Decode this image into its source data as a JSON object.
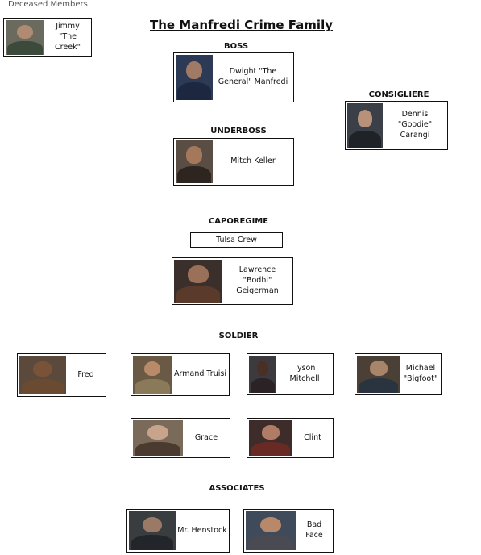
{
  "deceased": {
    "label": "Deceased Members",
    "members": [
      {
        "name": "Jimmy \"The Creek\""
      }
    ]
  },
  "title": "The Manfredi Crime Family",
  "sections": {
    "boss": "BOSS",
    "consigliere": "CONSIGLIERE",
    "underboss": "UNDERBOSS",
    "caporegime": "CAPOREGIME",
    "soldier": "SOLDIER",
    "associates": "ASSOCIATES"
  },
  "boss": {
    "name": "Dwight \"The General\" Manfredi"
  },
  "consigliere": {
    "name": "Dennis \"Goodie\" Carangi"
  },
  "underboss": {
    "name": "Mitch Keller"
  },
  "caporegime": {
    "crew": "Tulsa Crew",
    "name": "Lawrence \"Bodhi\" Geigerman"
  },
  "soldiers": [
    {
      "name": "Fred"
    },
    {
      "name": "Armand Truisi"
    },
    {
      "name": "Tyson Mitchell"
    },
    {
      "name": "Michael \"Bigfoot\""
    },
    {
      "name": "Grace"
    },
    {
      "name": "Clint"
    }
  ],
  "associates": [
    {
      "name": "Mr. Henstock"
    },
    {
      "name": "Bad Face"
    }
  ],
  "colors": {
    "photo_bg": [
      "#4d5a4a",
      "#2c3a55",
      "#3b3f47",
      "#5a4d44",
      "#3a2f2a",
      "#5b4a3c",
      "#6a5a45",
      "#3c3a3e",
      "#4a4036",
      "#6b6a5e",
      "#3d2c2a",
      "#3a3d3f",
      "#3f4a5a"
    ]
  }
}
